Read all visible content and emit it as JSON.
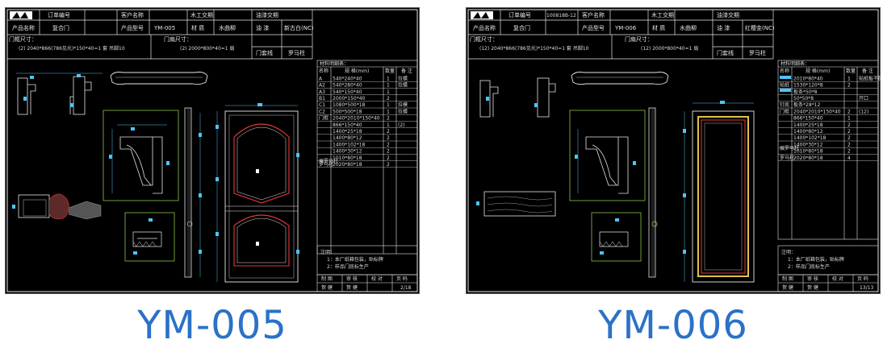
{
  "sheets": [
    {
      "model": "YM-005",
      "header": {
        "order_label": "订单编号",
        "order_value": "",
        "client_label": "客户名称",
        "client_value": "木工交期",
        "finish_date_label": "油漆交期",
        "product_name_label": "产品名称",
        "product_name_value": "复合门",
        "product_model_label": "产品型号",
        "product_model_value": "YM-005",
        "material_label": "材 质",
        "material_value": "水曲柳",
        "paint_label": "油 漆",
        "paint_value": "新古白(NC)",
        "frame_size_label": "门框尺寸：",
        "frame_size_value": "(2) 2040*866(786见光)*150*40=1 套 吊脚10",
        "leaf_size_label": "门扇尺寸：",
        "leaf_size_value": "(2) 2000*800*40=1 扇",
        "trim_label": "门套线",
        "trim_value": "罗马柱"
      },
      "materials": {
        "title": "材料明细表：",
        "headers": [
          "名称",
          "规 格(mm)",
          "数量",
          "备 注"
        ],
        "rows": [
          [
            "A",
            "540*240*40",
            "1",
            "拉模"
          ],
          [
            "A2",
            "540*280*40",
            "1",
            "拉模"
          ],
          [
            "A3",
            "540*150*40",
            "1",
            ""
          ],
          [
            "B1",
            "2000*150*40",
            "2",
            ""
          ],
          [
            "C1",
            "1080*500*18",
            "1",
            "拉模"
          ],
          [
            "C2",
            "500*500*18",
            "1",
            "拉模"
          ],
          [
            "门框",
            "2040*2010*150*40",
            "2",
            ""
          ],
          [
            "",
            "866*150*40",
            "1",
            "(2)"
          ],
          [
            "",
            "1400*25*18",
            "2",
            ""
          ],
          [
            "",
            "1400*80*12",
            "2",
            ""
          ],
          [
            "",
            "1400*102*18",
            "2",
            ""
          ],
          [
            "",
            "1400*30*12",
            "2",
            ""
          ],
          [
            "",
            "1010*80*18",
            "2",
            ""
          ],
          [
            "罗马柱",
            "2020*80*18",
            "2",
            ""
          ]
        ],
        "group_label": "展罗马柱"
      },
      "notes": {
        "title": "注明：",
        "line1": "1：本厂纸箱包装，贴标牌",
        "line2": "2：样品门底标生产"
      },
      "footer": {
        "labels": [
          "制 图",
          "审 核",
          "校 对",
          "页 码"
        ],
        "values": [
          "贺 健",
          "贺 健",
          "",
          "2/18"
        ]
      }
    },
    {
      "model": "YM-006",
      "header": {
        "order_label": "订单编号",
        "order_value": "100818B-12",
        "client_label": "客户名称",
        "client_value": "木工交期",
        "finish_date_label": "油漆交期",
        "product_name_label": "产品名称",
        "product_name_value": "复合门",
        "product_model_label": "产品型号",
        "product_model_value": "YM-006",
        "material_label": "材 质",
        "material_value": "水曲柳",
        "paint_label": "油 漆",
        "paint_value": "红樱金(NC)",
        "frame_size_label": "门框尺寸：",
        "frame_size_value": "(12) 2040*866(786见光)*150*40=1 套 吊脚10",
        "leaf_size_label": "门扇尺寸：",
        "leaf_size_value": "(12) 2000*800*40=1 扇",
        "trim_label": "门套线",
        "trim_value": "罗马柱"
      },
      "materials": {
        "title": "材料明细表：",
        "headers": [
          "名称",
          "规 格(mm)",
          "数量",
          "备 注"
        ],
        "rows": [
          [
            "",
            "2010*80*40",
            "1",
            "贴纸板不刨光"
          ],
          [
            "贴纸",
            "1530*120*8",
            "2",
            ""
          ],
          [
            "",
            "板条*50*8",
            "",
            ""
          ],
          [
            "",
            "50*50*8",
            "",
            "开口"
          ],
          [
            "钉底",
            "板条*28*12",
            "",
            ""
          ],
          [
            "门框",
            "2040*2010*150*40",
            "2",
            "(12)"
          ],
          [
            "",
            "866*150*40",
            "1",
            ""
          ],
          [
            "",
            "1400*25*18",
            "2",
            ""
          ],
          [
            "",
            "1400*80*12",
            "2",
            ""
          ],
          [
            "",
            "1400*102*18",
            "2",
            ""
          ],
          [
            "",
            "1400*30*12",
            "2",
            ""
          ],
          [
            "",
            "1010*80*18",
            "2",
            ""
          ],
          [
            "罗马柱",
            "2020*80*18",
            "4",
            ""
          ]
        ],
        "group_label": "展罗马柱"
      },
      "notes": {
        "title": "注明：",
        "line1": "1：本厂纸箱包装，贴标牌",
        "line2": "2：样品门底标生产"
      },
      "footer": {
        "labels": [
          "制 图",
          "审 核",
          "校 对",
          "页 码"
        ],
        "values": [
          "贺 健",
          "贺 健",
          "",
          "13/13"
        ]
      }
    }
  ],
  "colors": {
    "line": "#e6e6e6",
    "cyan": "#4fc3f7",
    "green": "#8bc34a",
    "red": "#e53935",
    "yellow": "#e0c34a",
    "model": "#2b71c8"
  }
}
